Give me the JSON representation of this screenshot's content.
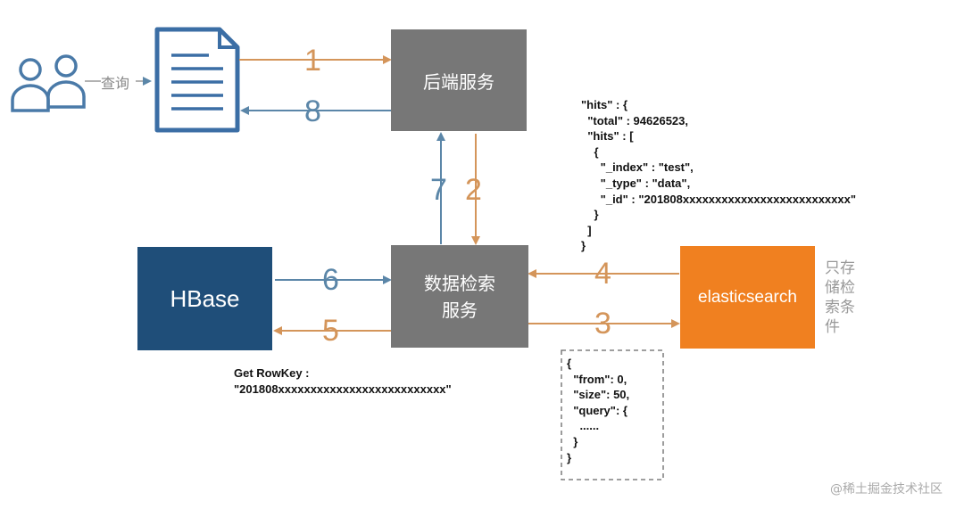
{
  "users": {
    "query_label": "查询"
  },
  "nodes": {
    "backend": "后端服务",
    "search_service": "数据检索服务",
    "hbase": "HBase",
    "elasticsearch": "elasticsearch",
    "es_note": "只存储检索条件"
  },
  "steps": [
    "1",
    "2",
    "3",
    "4",
    "5",
    "6",
    "7",
    "8"
  ],
  "hits_json": "\"hits\" : {\n  \"total\" : 94626523,\n  \"hits\" : [\n    {\n      \"_index\" : \"test\",\n      \"_type\" : \"data\",\n      \"_id\" : \"201808xxxxxxxxxxxxxxxxxxxxxxxxxx\"\n    }\n  ]\n}",
  "query_json": "{\n  \"from\": 0,\n  \"size\": 50,\n  \"query\": {\n    ......\n  }\n}",
  "rowkey_label": "Get RowKey :\n\"201808xxxxxxxxxxxxxxxxxxxxxxxxxx\"",
  "watermark": "@稀土掘金技术社区",
  "colors": {
    "orange_arrow": "#d4955a",
    "blue_arrow": "#5b86a8",
    "box_gray": "#777777",
    "hbase": "#1f4e79",
    "elasticsearch": "#f08020"
  }
}
